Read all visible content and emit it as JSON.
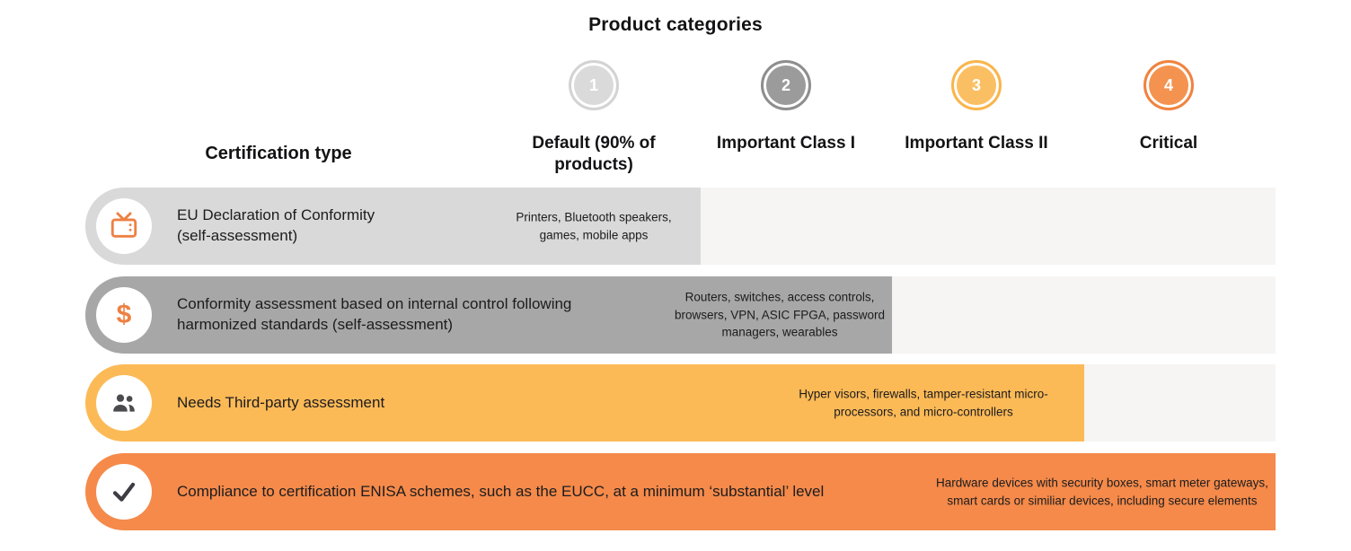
{
  "title": "Product categories",
  "left_header": "Certification type",
  "columns": [
    {
      "number": "1",
      "label": "Default (90% of products)",
      "color": "#d9d9d9"
    },
    {
      "number": "2",
      "label": "Important Class I",
      "color": "#9c9b9b"
    },
    {
      "number": "3",
      "label": "Important Class II",
      "color": "#fbbf63"
    },
    {
      "number": "4",
      "label": "Critical",
      "color": "#f4934f"
    }
  ],
  "rows": [
    {
      "icon": "tv-icon",
      "label": "EU Declaration of Conformity (self-assessment)",
      "products": "Printers, Bluetooth speakers, games, mobile apps",
      "bar_color": "#d9d9d9"
    },
    {
      "icon": "dollar-icon",
      "glyph": "$",
      "label": "Conformity assessment based on internal control following harmonized standards (self-assessment)",
      "products": "Routers, switches, access controls, browsers, VPN, ASIC FPGA, password managers, wearables",
      "bar_color": "#a8a7a7"
    },
    {
      "icon": "people-icon",
      "label": "Needs Third-party assessment",
      "products": "Hyper visors, firewalls, tamper-resistant micro-processors, and micro-controllers",
      "bar_color": "#fcba57"
    },
    {
      "icon": "check-icon",
      "label": "Compliance to certification ENISA schemes, such as the EUCC, at a minimum ‘substantial’ level",
      "products": "Hardware devices with security boxes, smart meter gateways, smart cards or similiar devices, including secure elements",
      "bar_color": "#f58a4a"
    }
  ],
  "colors": {
    "icon_orange": "#ee8043",
    "icon_dark": "#454549",
    "track_background": "#f6f5f3",
    "text": "#1c1c1e"
  }
}
